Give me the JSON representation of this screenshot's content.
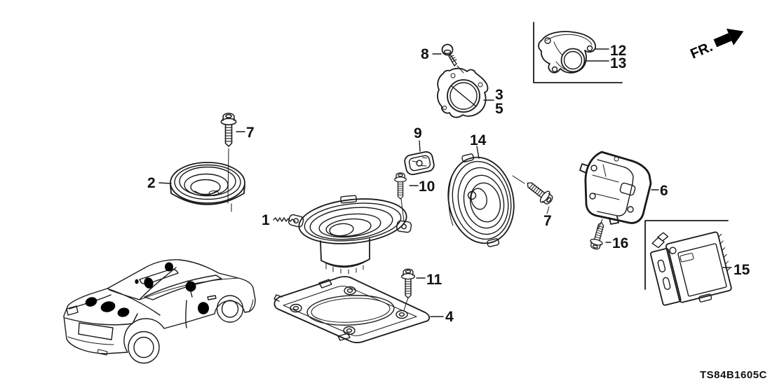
{
  "diagram_code": "TS84B1605C",
  "fr_label": "FR.",
  "colors": {
    "line": "#1a1a1a",
    "solid": "#000000",
    "background": "#ffffff"
  },
  "callouts": {
    "c1": "1",
    "c2": "2",
    "c3": "3",
    "c4": "4",
    "c5": "5",
    "c6": "6",
    "c7a": "7",
    "c7b": "7",
    "c8": "8",
    "c9": "9",
    "c10": "10",
    "c11": "11",
    "c12": "12",
    "c13": "13",
    "c14": "14",
    "c15": "15",
    "c16": "16"
  }
}
